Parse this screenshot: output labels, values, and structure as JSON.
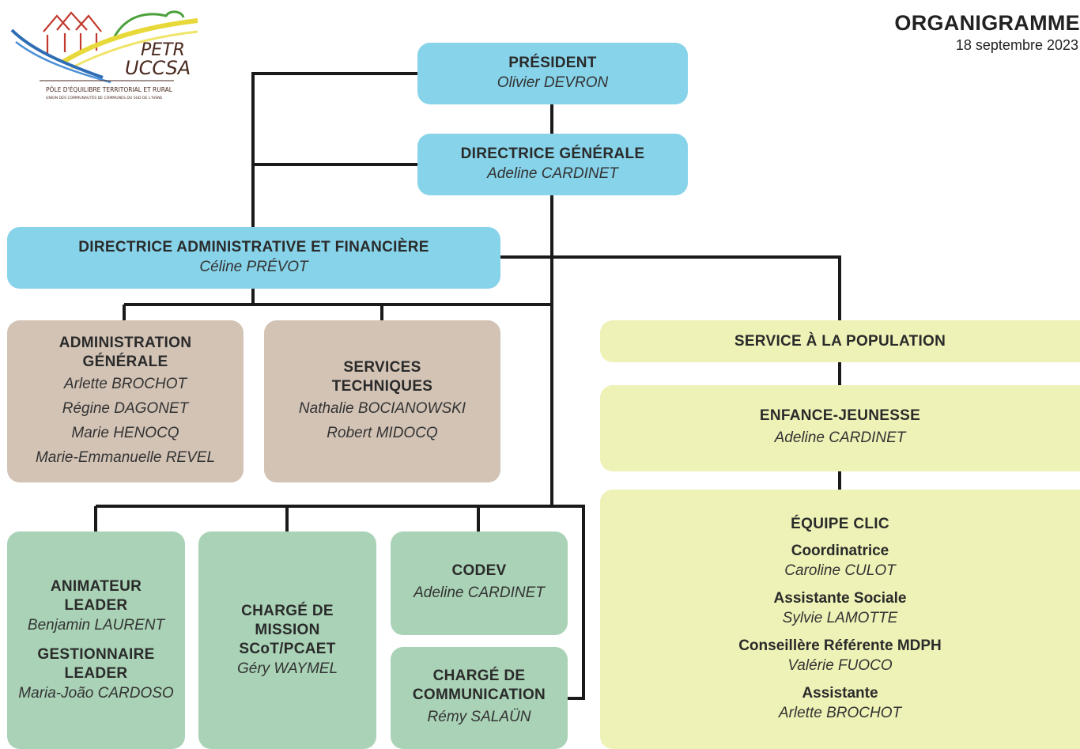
{
  "header": {
    "title": "ORGANIGRAMME",
    "date": "18 septembre 2023"
  },
  "logo": {
    "line1": "PETR",
    "line2": "UCCSA",
    "tagline": "PÔLE D'ÉQUILIBRE TERRITORIAL ET RURAL",
    "subtagline": "UNION DES COMMUNAUTÉS DE COMMUNES DU SUD DE L'AISNE"
  },
  "president": {
    "title": "PRÉSIDENT",
    "name": "Olivier DEVRON"
  },
  "directrice_generale": {
    "title": "DIRECTRICE GÉNÉRALE",
    "name": "Adeline CARDINET"
  },
  "daf": {
    "title": "DIRECTRICE ADMINISTRATIVE ET FINANCIÈRE",
    "name": "Céline PRÉVOT"
  },
  "admin_generale": {
    "title": [
      "ADMINISTRATION",
      "GÉNÉRALE"
    ],
    "names": [
      "Arlette BROCHOT",
      "Régine DAGONET",
      "Marie HENOCQ",
      "Marie-Emmanuelle REVEL"
    ]
  },
  "services_techniques": {
    "title": [
      "SERVICES",
      "TECHNIQUES"
    ],
    "names": [
      "Nathalie BOCIANOWSKI",
      "Robert MIDOCQ"
    ]
  },
  "leader": {
    "title1": [
      "ANIMATEUR",
      "LEADER"
    ],
    "name1": "Benjamin LAURENT",
    "title2": [
      "GESTIONNAIRE",
      "LEADER"
    ],
    "name2": "Maria-João CARDOSO"
  },
  "scot": {
    "title": [
      "CHARGÉ DE",
      "MISSION",
      "SCoT/PCAET"
    ],
    "name": "Géry WAYMEL"
  },
  "codev": {
    "title": "CODEV",
    "name": "Adeline CARDINET"
  },
  "communication": {
    "title": [
      "CHARGÉ DE",
      "COMMUNICATION"
    ],
    "name": "Rémy SALAÜN"
  },
  "service_population": {
    "title": "SERVICE À LA POPULATION"
  },
  "enfance": {
    "title": "ENFANCE-JEUNESSE",
    "name": "Adeline CARDINET"
  },
  "clic": {
    "title": "ÉQUIPE CLIC",
    "roles": [
      {
        "role": "Coordinatrice",
        "name": "Caroline CULOT"
      },
      {
        "role": "Assistante Sociale",
        "name": "Sylvie LAMOTTE"
      },
      {
        "role": "Conseillère Référente MDPH",
        "name": "Valérie FUOCO"
      },
      {
        "role": "Assistante",
        "name": "Arlette BROCHOT"
      }
    ]
  }
}
